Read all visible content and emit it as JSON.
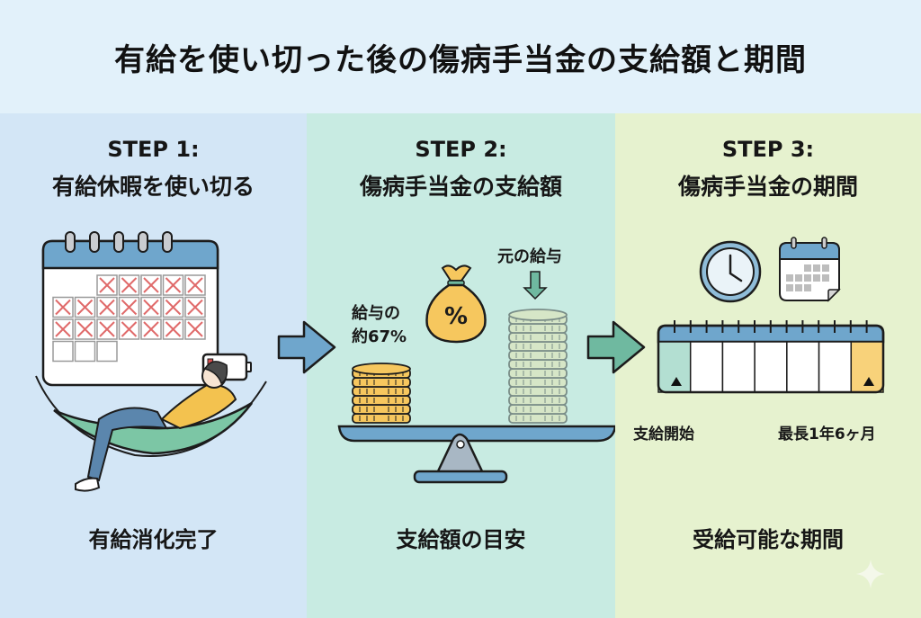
{
  "header": {
    "title": "有給を使い切った後の傷病手当金の支給額と期間"
  },
  "steps": [
    {
      "label": "STEP 1:",
      "title": "有給休暇を使い切る",
      "caption": "有給消化完了",
      "illustration": {
        "calendar_icon": "calendar-icon",
        "used_days": 19,
        "remaining_days": 3,
        "battery_icon": "battery-low-icon",
        "battery_level": 0.15,
        "person_icon": "person-in-hammock-icon"
      }
    },
    {
      "label": "STEP 2:",
      "title": "傷病手当金の支給額",
      "caption": "支給額の目安",
      "illustration": {
        "left_label_line1": "給与の",
        "left_label_line2": "約67%",
        "right_label": "元の給与",
        "money_bag_icon": "money-bag-percent-icon",
        "money_bag_symbol": "%",
        "benefit_ratio": 0.67,
        "scale_icon": "balance-scale-icon"
      }
    },
    {
      "label": "STEP 3:",
      "title": "傷病手当金の期間",
      "caption": "受給可能な期間",
      "illustration": {
        "clock_icon": "clock-icon",
        "calendar_icon": "calendar-icon",
        "timeline_segments": 7,
        "start_label": "支給開始",
        "end_label": "最長1年6ヶ月"
      }
    }
  ],
  "colors": {
    "header_bg": "#e2f1fa",
    "step1_bg": "#d3e6f6",
    "step2_bg": "#c8ebe2",
    "step3_bg": "#e6f2cf",
    "calendar_header": "#6fa6cc",
    "cross_red": "#e06a6a",
    "coin_gold": "#f6c75e",
    "hammock_green": "#7cc6a5",
    "shirt_yellow": "#f3c24f",
    "jeans_blue": "#5b86ad",
    "arrow1": "#6fa6cc",
    "arrow2": "#6fb9a0",
    "timeline_start": "#b3dfd2",
    "timeline_end": "#f8d27a"
  }
}
